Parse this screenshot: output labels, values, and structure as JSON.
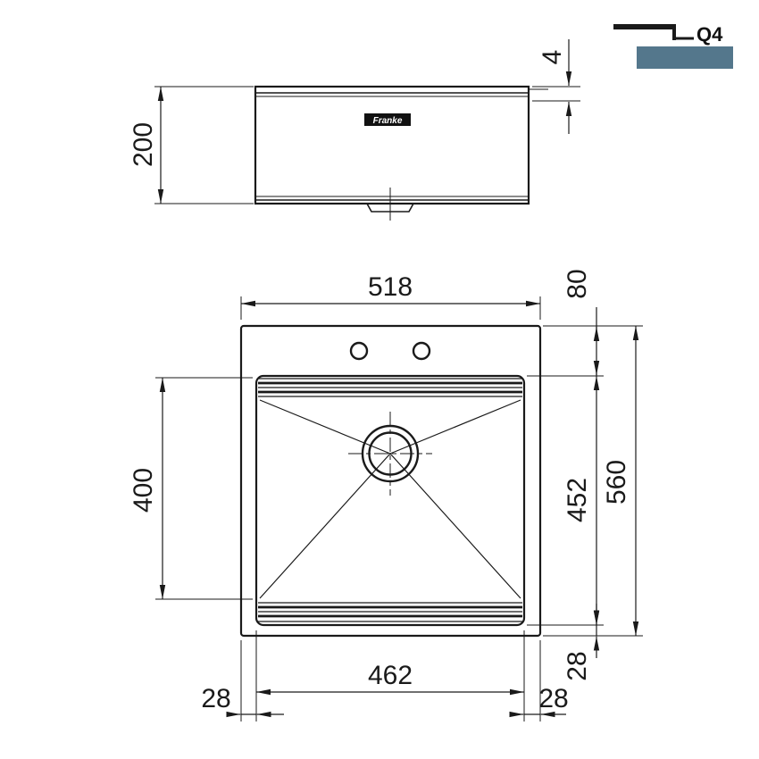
{
  "badge": {
    "label": "Q4"
  },
  "brand": {
    "name": "Franke"
  },
  "colors": {
    "line": "#1a1a1a",
    "steel_blue": "#54778c",
    "logo_bg": "#111111"
  },
  "side_view": {
    "depth": "200",
    "rim_height": "4"
  },
  "plan": {
    "overall_width": "518",
    "overall_depth": "560",
    "top_offset": "80",
    "inner_depth": "452",
    "bowl_depth": "400",
    "bowl_width": "462",
    "margin_left": "28",
    "margin_right": "28",
    "margin_bottom": "28"
  }
}
